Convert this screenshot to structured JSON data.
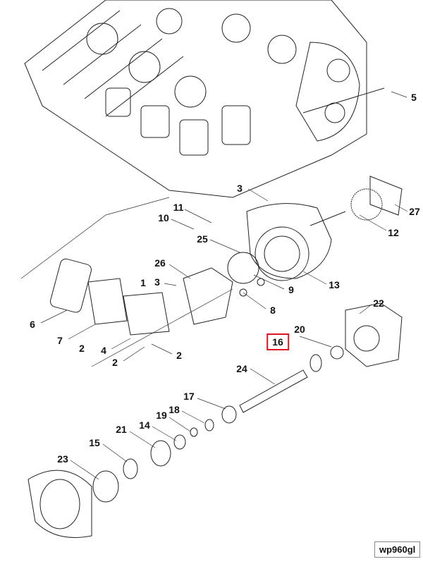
{
  "diagram": {
    "callouts": [
      "5",
      "3",
      "27",
      "11",
      "10",
      "12",
      "25",
      "26",
      "13",
      "3",
      "1",
      "9",
      "8",
      "6",
      "22",
      "20",
      "16",
      "7",
      "2",
      "4",
      "2",
      "2",
      "24",
      "17",
      "18",
      "19",
      "14",
      "21",
      "15",
      "23"
    ],
    "highlighted_callout": "16",
    "highlight_color": "#e0141e",
    "drawing_code": "wp960gl"
  }
}
